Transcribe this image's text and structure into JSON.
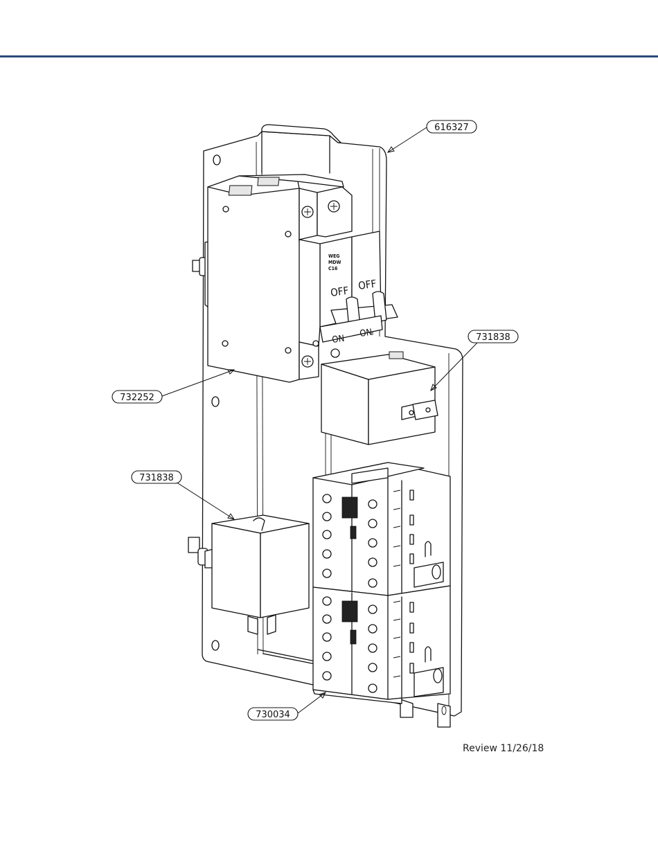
{
  "callouts": [
    {
      "id": "mounting-plate",
      "text": "616327"
    },
    {
      "id": "circuit-breaker",
      "text": "732252"
    },
    {
      "id": "relay-upper",
      "text": "731838"
    },
    {
      "id": "relay-lower",
      "text": "731838"
    },
    {
      "id": "contactor",
      "text": "730034"
    }
  ],
  "breaker": {
    "brand_lines": [
      "WEG",
      "MDW",
      "C16"
    ],
    "pole_left_off": "OFF",
    "pole_right_off": "OFF",
    "pole_left_on": "ON",
    "pole_right_on": "ON"
  },
  "footer": {
    "review": "Review 11/26/18"
  },
  "colors": {
    "top_rule": "#2b4a7a"
  }
}
